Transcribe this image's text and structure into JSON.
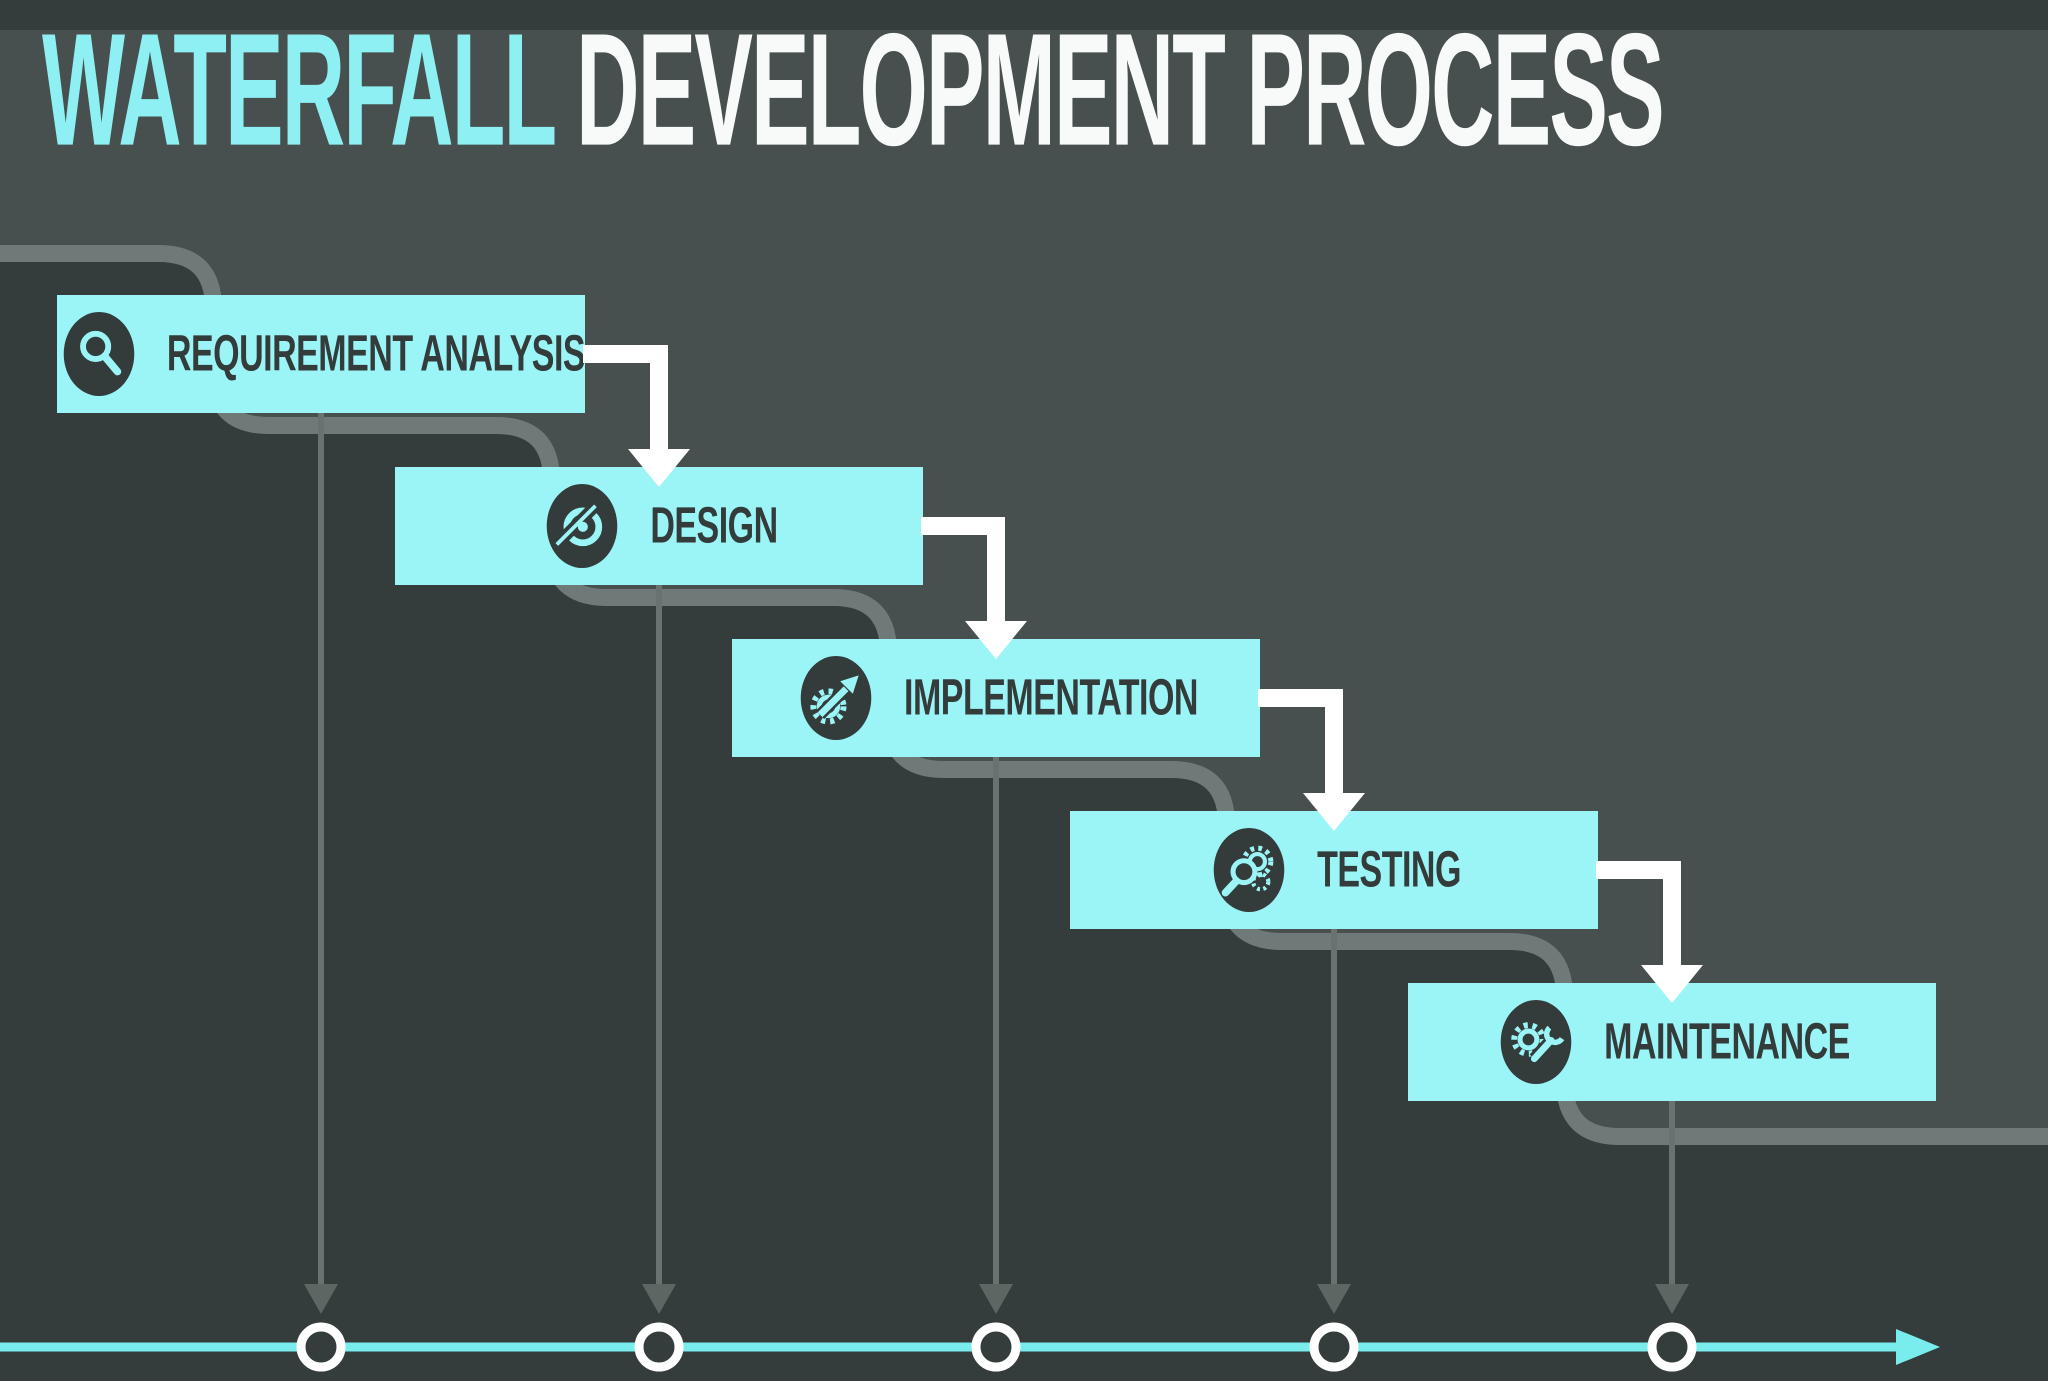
{
  "title": {
    "highlight": "WATERFALL",
    "rest": "DEVELOPMENT PROCESS"
  },
  "stages": [
    {
      "label": "REQUIREMENT ANALYSIS",
      "icon": "magnifier-icon"
    },
    {
      "label": "DESIGN",
      "icon": "design-compass-icon"
    },
    {
      "label": "IMPLEMENTATION",
      "icon": "gear-arrow-icon"
    },
    {
      "label": "TESTING",
      "icon": "gear-magnifier-icon"
    },
    {
      "label": "MAINTENANCE",
      "icon": "gear-wrench-icon"
    }
  ],
  "flow": {
    "connector_count": 4,
    "direction": "top-left to bottom-right",
    "milestone_count": 5
  },
  "colors": {
    "background": "#47504F",
    "terrace_dark": "#343C3C",
    "staircase_band": "#6F7977",
    "box_cyan": "#9BF5F7",
    "title_cyan": "#8EF0F3",
    "timeline_cyan": "#79EDEE",
    "ink_dark": "#333B3B",
    "drop_line_gray": "#69726F",
    "white": "#FFFFFF"
  }
}
